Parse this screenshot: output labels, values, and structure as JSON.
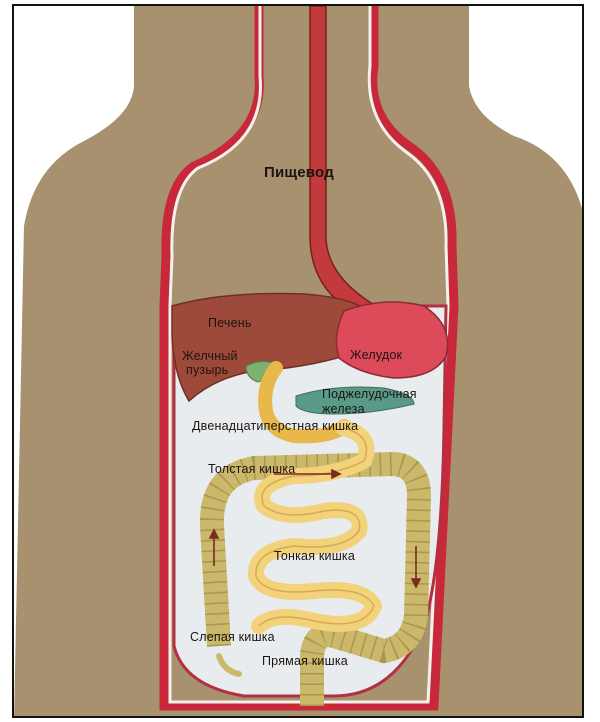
{
  "diagram": {
    "labels": {
      "esophagus": "Пищевод",
      "liver": "Печень",
      "gallbladder_1": "Желчный",
      "gallbladder_2": "пузырь",
      "stomach": "Желудок",
      "pancreas_1": "Поджелудочная",
      "pancreas_2": "железа",
      "duodenum": "Двенадцатиперстная кишка",
      "large_intestine": "Толстая кишка",
      "small_intestine": "Тонкая кишка",
      "cecum": "Слепая кишка",
      "rectum": "Прямая кишка"
    },
    "colors": {
      "skin": "#a8916f",
      "outline": "#c8283a",
      "cavity": "#e9ecef",
      "liver": "#9e4a3a",
      "stomach": "#dd4a5a",
      "intestine": "#f2d27a",
      "colon": "#cbb86a",
      "pancreas": "#5a9a88"
    }
  }
}
